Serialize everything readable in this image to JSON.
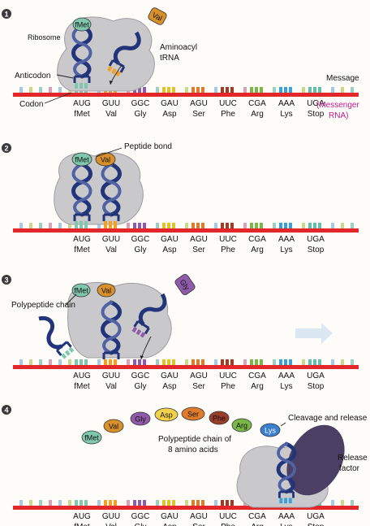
{
  "colors": {
    "background": "#fdfcf9",
    "mrna": "#e3262a",
    "message": "#c2188b",
    "ribosome": "#c9c9cb",
    "trna": "#22357a",
    "release_factor": "#4b3f63"
  },
  "codons": [
    {
      "codon": "AUG",
      "amino": "fMet",
      "colors": [
        "#7fc8ae",
        "#7fc8ae",
        "#7fc8ae"
      ]
    },
    {
      "codon": "GUU",
      "amino": "Val",
      "colors": [
        "#f1a025",
        "#f1a025",
        "#f1a025"
      ]
    },
    {
      "codon": "GGC",
      "amino": "Gly",
      "colors": [
        "#8e5aa9",
        "#8e5aa9",
        "#8e5aa9"
      ]
    },
    {
      "codon": "GAU",
      "amino": "Asp",
      "colors": [
        "#e3c127",
        "#e3c127",
        "#e3c127"
      ]
    },
    {
      "codon": "AGU",
      "amino": "Ser",
      "colors": [
        "#e07b2c",
        "#e07b2c",
        "#e07b2c"
      ]
    },
    {
      "codon": "UUC",
      "amino": "Phe",
      "colors": [
        "#9a3e2a",
        "#9a3e2a",
        "#9a3e2a"
      ]
    },
    {
      "codon": "CGA",
      "amino": "Arg",
      "colors": [
        "#7ab648",
        "#7ab648",
        "#7ab648"
      ]
    },
    {
      "codon": "AAA",
      "amino": "Lys",
      "colors": [
        "#3aa0d8",
        "#3aa0d8",
        "#3aa0d8"
      ]
    },
    {
      "codon": "UGA",
      "amino": "Stop",
      "colors": [
        "#62c0aa",
        "#62c0aa",
        "#62c0aa"
      ]
    }
  ],
  "panels": [
    {
      "number": "1"
    },
    {
      "number": "2"
    },
    {
      "number": "3"
    },
    {
      "number": "4"
    }
  ],
  "labels": {
    "ribosome": "Ribosome",
    "aminoacyl_line1": "Aminoacyl",
    "aminoacyl_line2": "tRNA",
    "anticodon": "Anticodon",
    "codon": "Codon",
    "message": "Message",
    "messenger_line1": "(Messenger",
    "messenger_line2": "RNA)",
    "peptide_bond": "Peptide bond",
    "polypeptide_chain": "Polypeptide chain",
    "polypeptide_8_line1": "Polypeptide chain of",
    "polypeptide_8_line2": "8 amino acids",
    "cleavage": "Cleavage and release",
    "release_line1": "Release",
    "release_line2": "factor"
  },
  "amino_acids": {
    "fmet": {
      "label": "fMet",
      "color": "#7fc8ae"
    },
    "val": {
      "label": "Val",
      "color": "#d8902a"
    },
    "gly": {
      "label": "Gly",
      "color": "#8e5aa9"
    },
    "asp": {
      "label": "Asp",
      "color": "#f2d24a"
    },
    "ser": {
      "label": "Ser",
      "color": "#e07b2c"
    },
    "phe": {
      "label": "Phe",
      "color": "#9a3e2a"
    },
    "arg": {
      "label": "Arg",
      "color": "#7ab648"
    },
    "lys": {
      "label": "Lys",
      "color": "#3a7fd0"
    }
  }
}
